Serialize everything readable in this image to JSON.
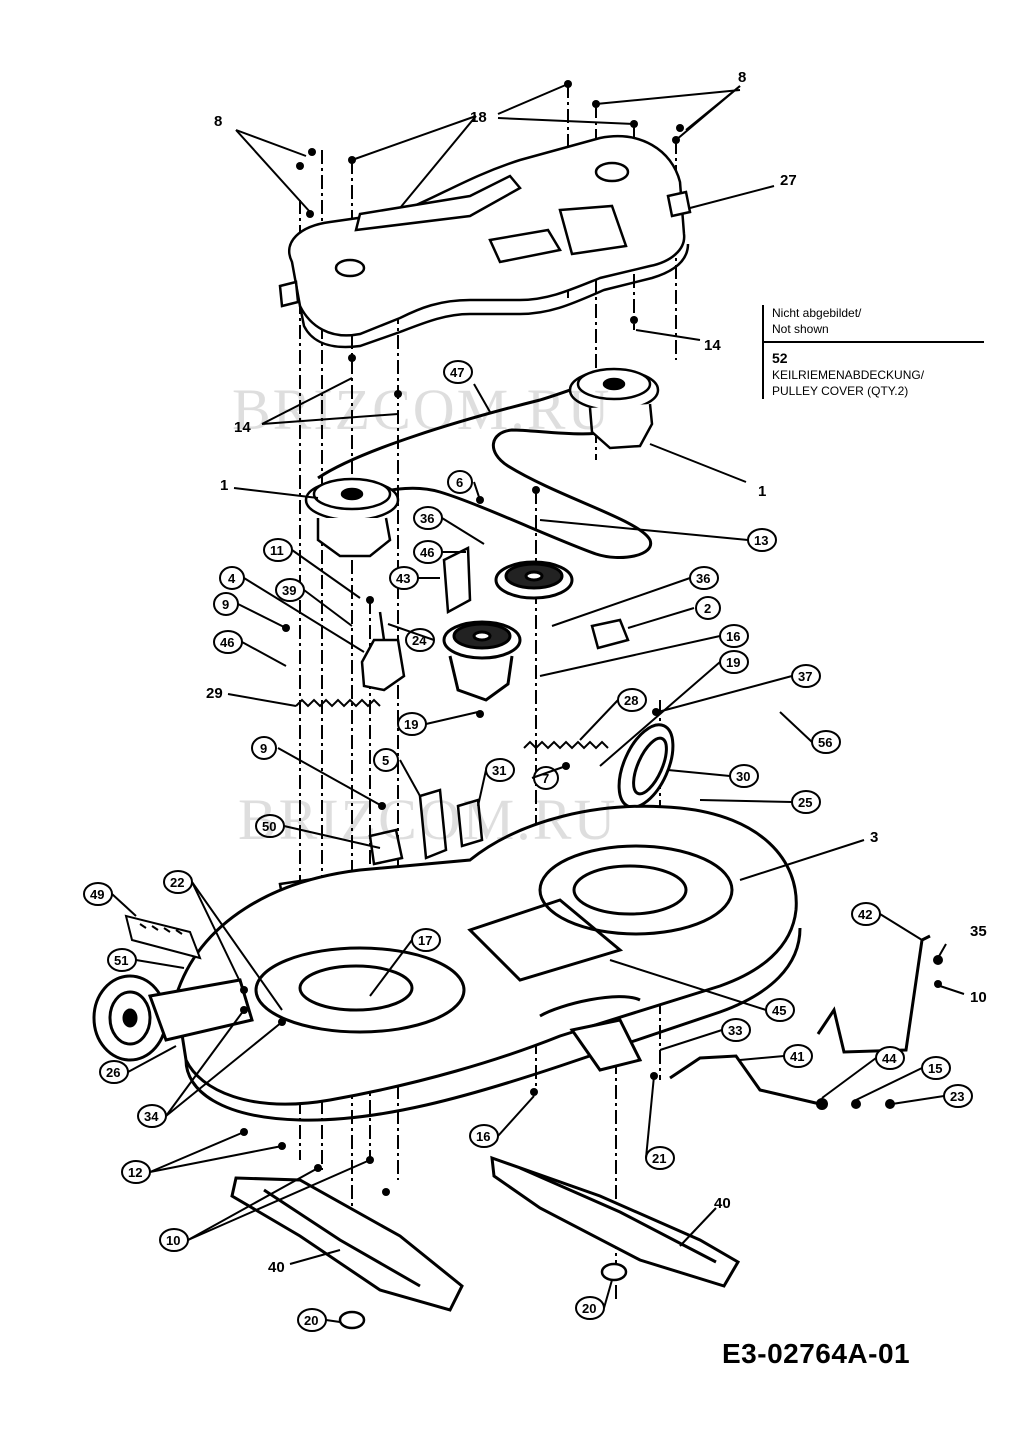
{
  "callouts": {
    "plain": [
      "8",
      "8",
      "18",
      "27",
      "14",
      "14",
      "1",
      "1",
      "29",
      "3",
      "35",
      "10",
      "40",
      "40"
    ],
    "circled": [
      "47",
      "6",
      "36",
      "13",
      "11",
      "39",
      "46",
      "43",
      "36",
      "2",
      "4",
      "9",
      "46",
      "24",
      "16",
      "19",
      "19",
      "28",
      "37",
      "56",
      "9",
      "5",
      "31",
      "7",
      "30",
      "25",
      "50",
      "22",
      "49",
      "17",
      "42",
      "51",
      "26",
      "45",
      "33",
      "41",
      "44",
      "15",
      "23",
      "34",
      "16",
      "12",
      "21",
      "10",
      "20",
      "20"
    ]
  },
  "legend": {
    "line1": "Nicht abgebildet/",
    "line2": "Not shown",
    "part_number": "52",
    "part_de": "KEILRIEMENABDECKUNG/",
    "part_en": "PULLEY COVER (QTY.2)"
  },
  "watermark": "BRIZCOM.RU",
  "diagram_code": "E3-02764A-01"
}
